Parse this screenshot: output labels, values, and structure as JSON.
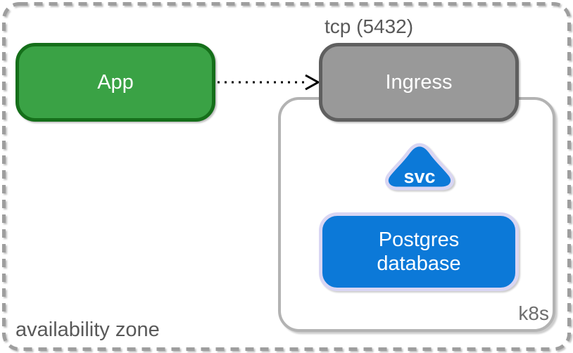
{
  "diagram": {
    "availability_zone_label": "availability zone",
    "tcp_label": "tcp (5432)",
    "app_label": "App",
    "ingress_label": "Ingress",
    "svc_label": "svc",
    "postgres_label_line1": "Postgres",
    "postgres_label_line2": "database",
    "k8s_label": "k8s"
  },
  "colors": {
    "app-fill": "#3aa245",
    "app-border": "#156f1a",
    "ingress-fill": "#999999",
    "ingress-border": "#5f5f5f",
    "k8s-border": "#b3b3b3",
    "blue-fill": "#0c79d8",
    "blue-border": "#d9d6f3",
    "dash-border": "#9e9e9e",
    "text-gray": "#595959",
    "k8s-text": "#6e6e6e",
    "arrow-color": "#000000"
  }
}
